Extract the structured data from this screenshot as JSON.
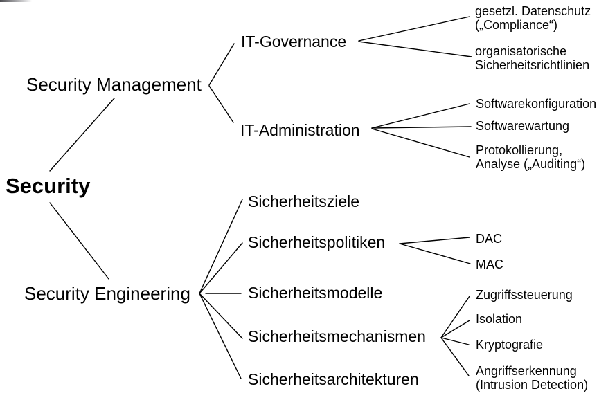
{
  "diagram": {
    "type": "tree",
    "orientation": "left-to-right",
    "language": "de",
    "line_color": "#000000",
    "text_color": "#000000",
    "background_color": "#ffffff"
  },
  "tree": {
    "label": "Security",
    "children": [
      {
        "label": "Security Management",
        "children": [
          {
            "label": "IT-Governance",
            "children": [
              {
                "label": "gesetzl. Datenschutz\n(„Compliance“)"
              },
              {
                "label": "organisatorische\nSicherheitsrichtlinien"
              }
            ]
          },
          {
            "label": "IT-Administration",
            "children": [
              {
                "label": "Softwarekonfiguration"
              },
              {
                "label": "Softwarewartung"
              },
              {
                "label": "Protokollierung,\nAnalyse („Auditing“)"
              }
            ]
          }
        ]
      },
      {
        "label": "Security Engineering",
        "children": [
          {
            "label": "Sicherheitsziele"
          },
          {
            "label": "Sicherheitspolitiken",
            "children": [
              {
                "label": "DAC"
              },
              {
                "label": "MAC"
              }
            ]
          },
          {
            "label": "Sicherheitsmodelle"
          },
          {
            "label": "Sicherheitsmechanismen",
            "children": [
              {
                "label": "Zugriffssteuerung"
              },
              {
                "label": "Isolation"
              },
              {
                "label": "Kryptografie"
              },
              {
                "label": "Angriffserkennung\n(Intrusion Detection)"
              }
            ]
          },
          {
            "label": "Sicherheitsarchitekturen"
          }
        ]
      }
    ]
  }
}
